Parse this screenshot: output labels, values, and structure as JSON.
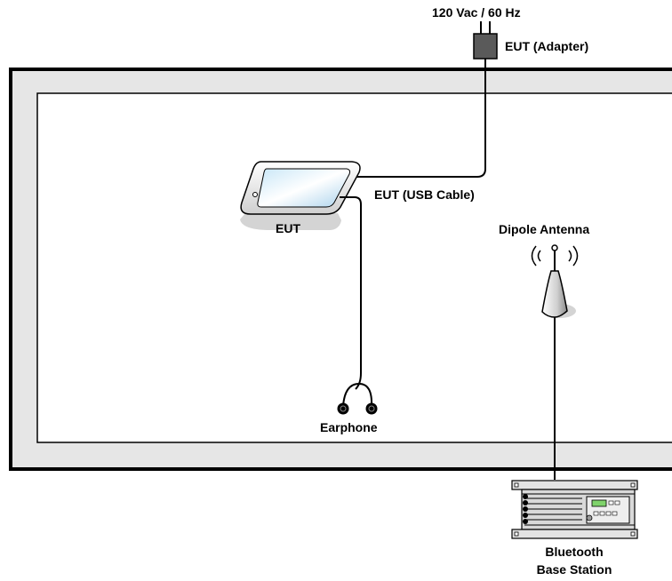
{
  "labels": {
    "power_source": "120 Vac / 60 Hz",
    "adapter": "EUT (Adapter)",
    "usb_cable": "EUT (USB Cable)",
    "eut": "EUT",
    "dipole_antenna": "Dipole Antenna",
    "earphone": "Earphone",
    "base_station_line1": "Bluetooth",
    "base_station_line2": "Base Station"
  },
  "colors": {
    "outline": "#000000",
    "chamber_fill": "#e6e6e6",
    "adapter": "#5a5a5a",
    "rack": "#d9d9d9"
  }
}
